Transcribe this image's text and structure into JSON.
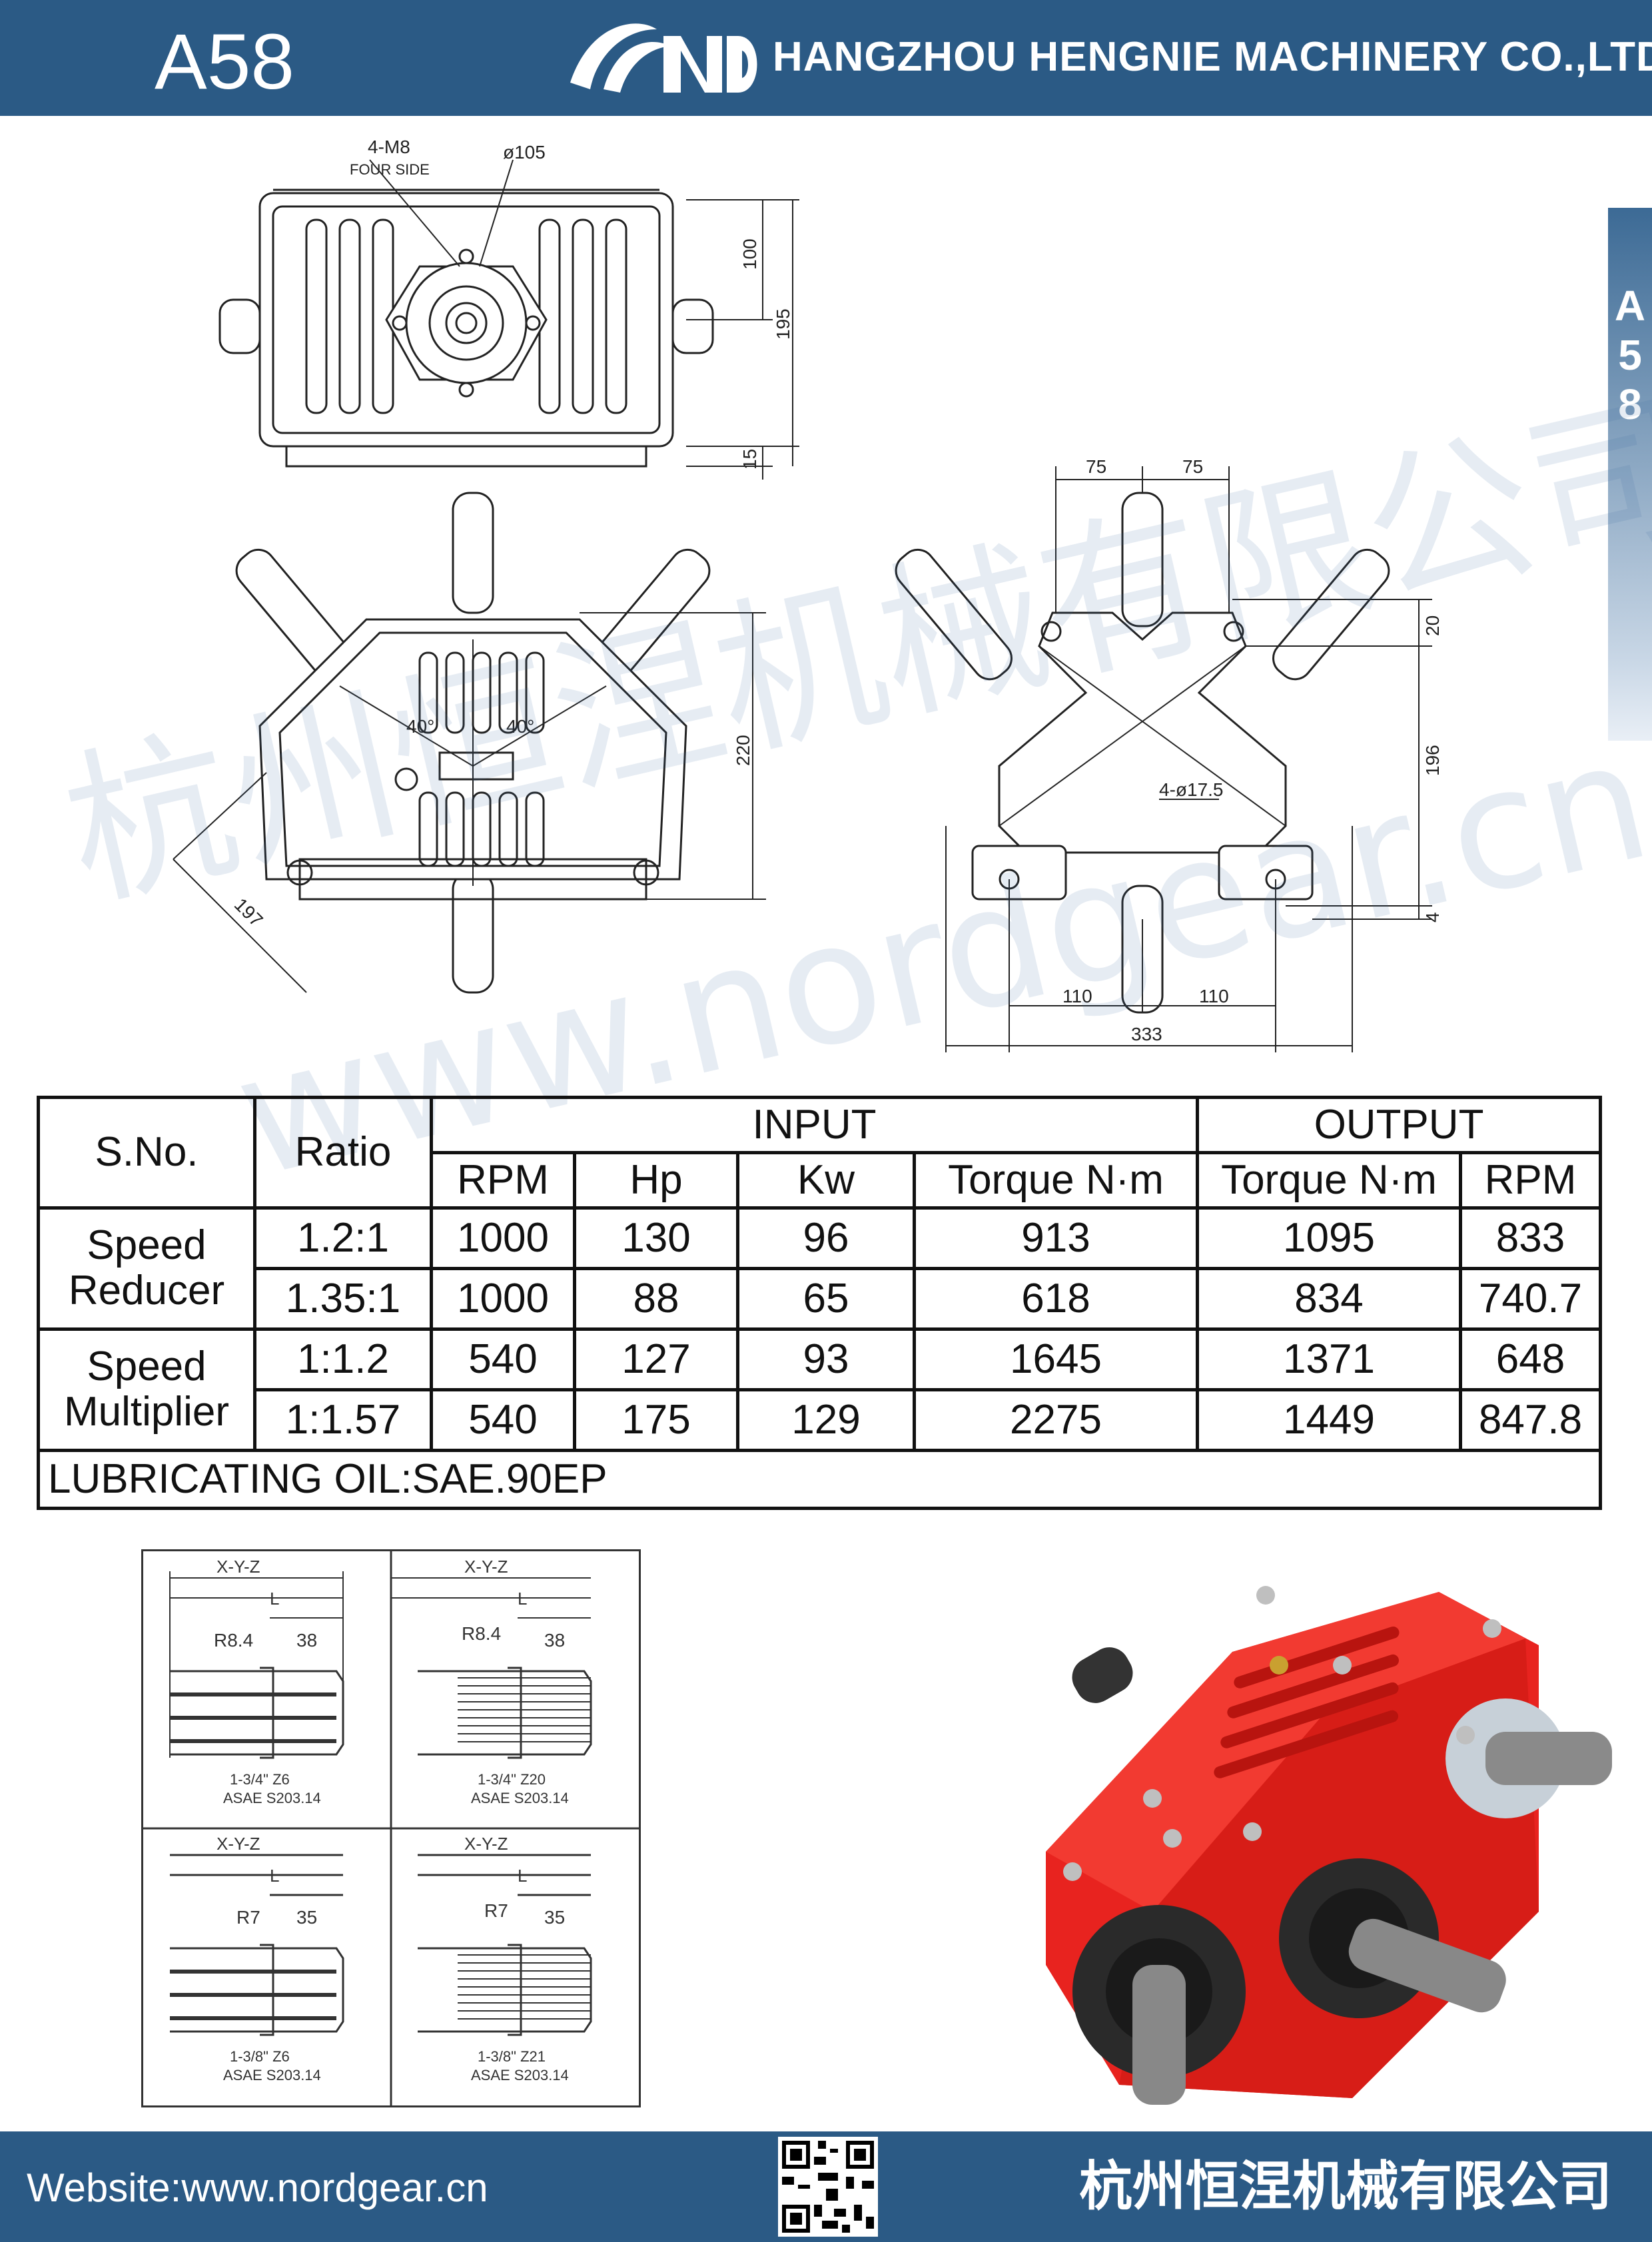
{
  "header": {
    "model": "A58",
    "company": "HANGZHOU HENGNIE MACHINERY CO.,LTD"
  },
  "side_tab": {
    "letters": [
      "A",
      "5",
      "8"
    ]
  },
  "watermark": {
    "cn": "杭州恒涅机械有限公司",
    "url": "www.nordgear.cn"
  },
  "drawing_labels": {
    "top_bolts": "4-M8",
    "top_bolts_note": "FOUR SIDE",
    "top_dia": "ø105",
    "top_h1": "100",
    "top_h2": "195",
    "top_h3": "15",
    "front_angle_left": "40°",
    "front_angle_right": "40°",
    "front_height": "220",
    "front_diag": "197",
    "side_w1": "75",
    "side_w2": "75",
    "side_h1": "20",
    "side_h2": "196",
    "side_h3": "4",
    "side_holes": "4-ø17.5",
    "side_b1": "110",
    "side_b2": "110",
    "side_total": "333"
  },
  "table": {
    "headers": {
      "sno": "S.No.",
      "ratio": "Ratio",
      "input": "INPUT",
      "output": "OUTPUT",
      "in_rpm": "RPM",
      "in_hp": "Hp",
      "in_kw": "Kw",
      "in_torque": "Torque N·m",
      "out_torque": "Torque N·m",
      "out_rpm": "RPM"
    },
    "group1": {
      "label_line1": "Speed",
      "label_line2": "Reducer",
      "rows": [
        {
          "ratio": "1.2:1",
          "rpm": "1000",
          "hp": "130",
          "kw": "96",
          "torque_in": "913",
          "torque_out": "1095",
          "rpm_out": "833"
        },
        {
          "ratio": "1.35:1",
          "rpm": "1000",
          "hp": "88",
          "kw": "65",
          "torque_in": "618",
          "torque_out": "834",
          "rpm_out": "740.7"
        }
      ]
    },
    "group2": {
      "label_line1": "Speed",
      "label_line2": "Multiplier",
      "rows": [
        {
          "ratio": "1:1.2",
          "rpm": "540",
          "hp": "127",
          "kw": "93",
          "torque_in": "1645",
          "torque_out": "1371",
          "rpm_out": "648"
        },
        {
          "ratio": "1:1.57",
          "rpm": "540",
          "hp": "175",
          "kw": "129",
          "torque_in": "2275",
          "torque_out": "1449",
          "rpm_out": "847.8"
        }
      ]
    },
    "lubricating": "LUBRICATING OIL:SAE.90EP"
  },
  "splines": [
    {
      "title": "X-Y-Z",
      "len": "L",
      "radius": "R8.4",
      "dim": "38",
      "size": "1-3/4\" Z6",
      "std": "ASAE S203.14"
    },
    {
      "title": "X-Y-Z",
      "len": "L",
      "radius": "R8.4",
      "dim": "38",
      "size": "1-3/4\" Z20",
      "std": "ASAE S203.14"
    },
    {
      "title": "X-Y-Z",
      "len": "L",
      "radius": "R7",
      "dim": "35",
      "size": "1-3/8\" Z6",
      "std": "ASAE S203.14"
    },
    {
      "title": "X-Y-Z",
      "len": "L",
      "radius": "R7",
      "dim": "35",
      "size": "1-3/8\" Z21",
      "std": "ASAE S203.14"
    }
  ],
  "footer": {
    "website": "Website:www.nordgear.cn",
    "cn_name": "杭州恒涅机械有限公司"
  },
  "colors": {
    "brand_blue": "#2b5a85",
    "gearbox_red": "#e8231f"
  }
}
